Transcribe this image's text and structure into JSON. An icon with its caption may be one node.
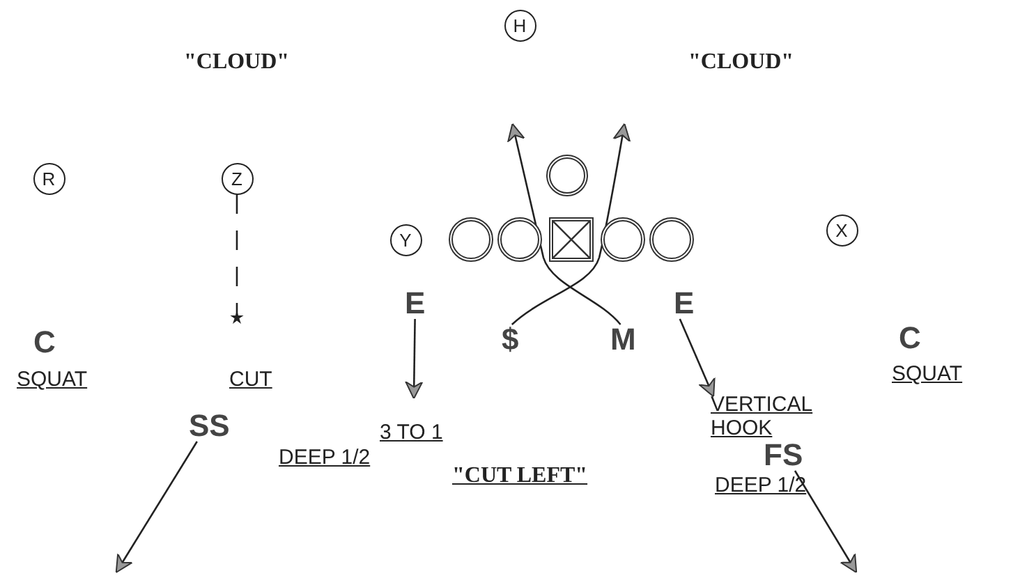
{
  "diagram": {
    "nodes": [
      {
        "text": [
          "H"
        ]
      },
      {
        "text": [
          "R"
        ]
      },
      {
        "text": [
          "Z"
        ]
      },
      {
        "text": [],
        "shape": "circle"
      },
      {
        "text": [
          "Y"
        ]
      },
      {
        "text": [],
        "shape": "circle"
      },
      {
        "text": [],
        "shape": "circle"
      },
      {
        "text": [],
        "shape": "box"
      },
      {
        "text": [],
        "shape": "circle"
      },
      {
        "text": [],
        "shape": "circle"
      },
      {
        "text": [
          "X"
        ]
      },
      {
        "text": [
          "E"
        ]
      },
      {
        "text": [
          "E"
        ]
      },
      {
        "text": [
          "$"
        ]
      },
      {
        "text": [
          "M"
        ]
      },
      {
        "text": [
          "C"
        ],
        "beside": [
          "SQUAT"
        ]
      },
      {
        "text": [
          "C"
        ],
        "beside": [
          "SQUAT"
        ]
      },
      {
        "text": [
          "SS"
        ],
        "beside": [
          "DEEP 1/2"
        ]
      },
      {
        "text": [
          "FS"
        ],
        "beside": [
          "DEEP 1/2"
        ]
      },
      {
        "text": [
          "VERTICAL HOOK"
        ]
      }
    ],
    "edges": [
      {
        "from": 2,
        "to": null,
        "arrow": "other",
        "style": "dashed"
      },
      {
        "from": 13,
        "to": null,
        "arrow": "to"
      },
      {
        "from": 14,
        "to": null,
        "arrow": "to"
      },
      {
        "from": 11,
        "to": null,
        "arrow": "to"
      },
      {
        "from": 12,
        "to": 19,
        "arrow": "to"
      },
      {
        "from": 17,
        "to": null,
        "arrow": "to"
      },
      {
        "from": 18,
        "to": null,
        "arrow": "to"
      }
    ],
    "labels": [
      "\"CLOUD\"",
      "\"CLOUD\"",
      "CUT",
      "3 TO 1",
      "\"CUT LEFT\""
    ]
  }
}
